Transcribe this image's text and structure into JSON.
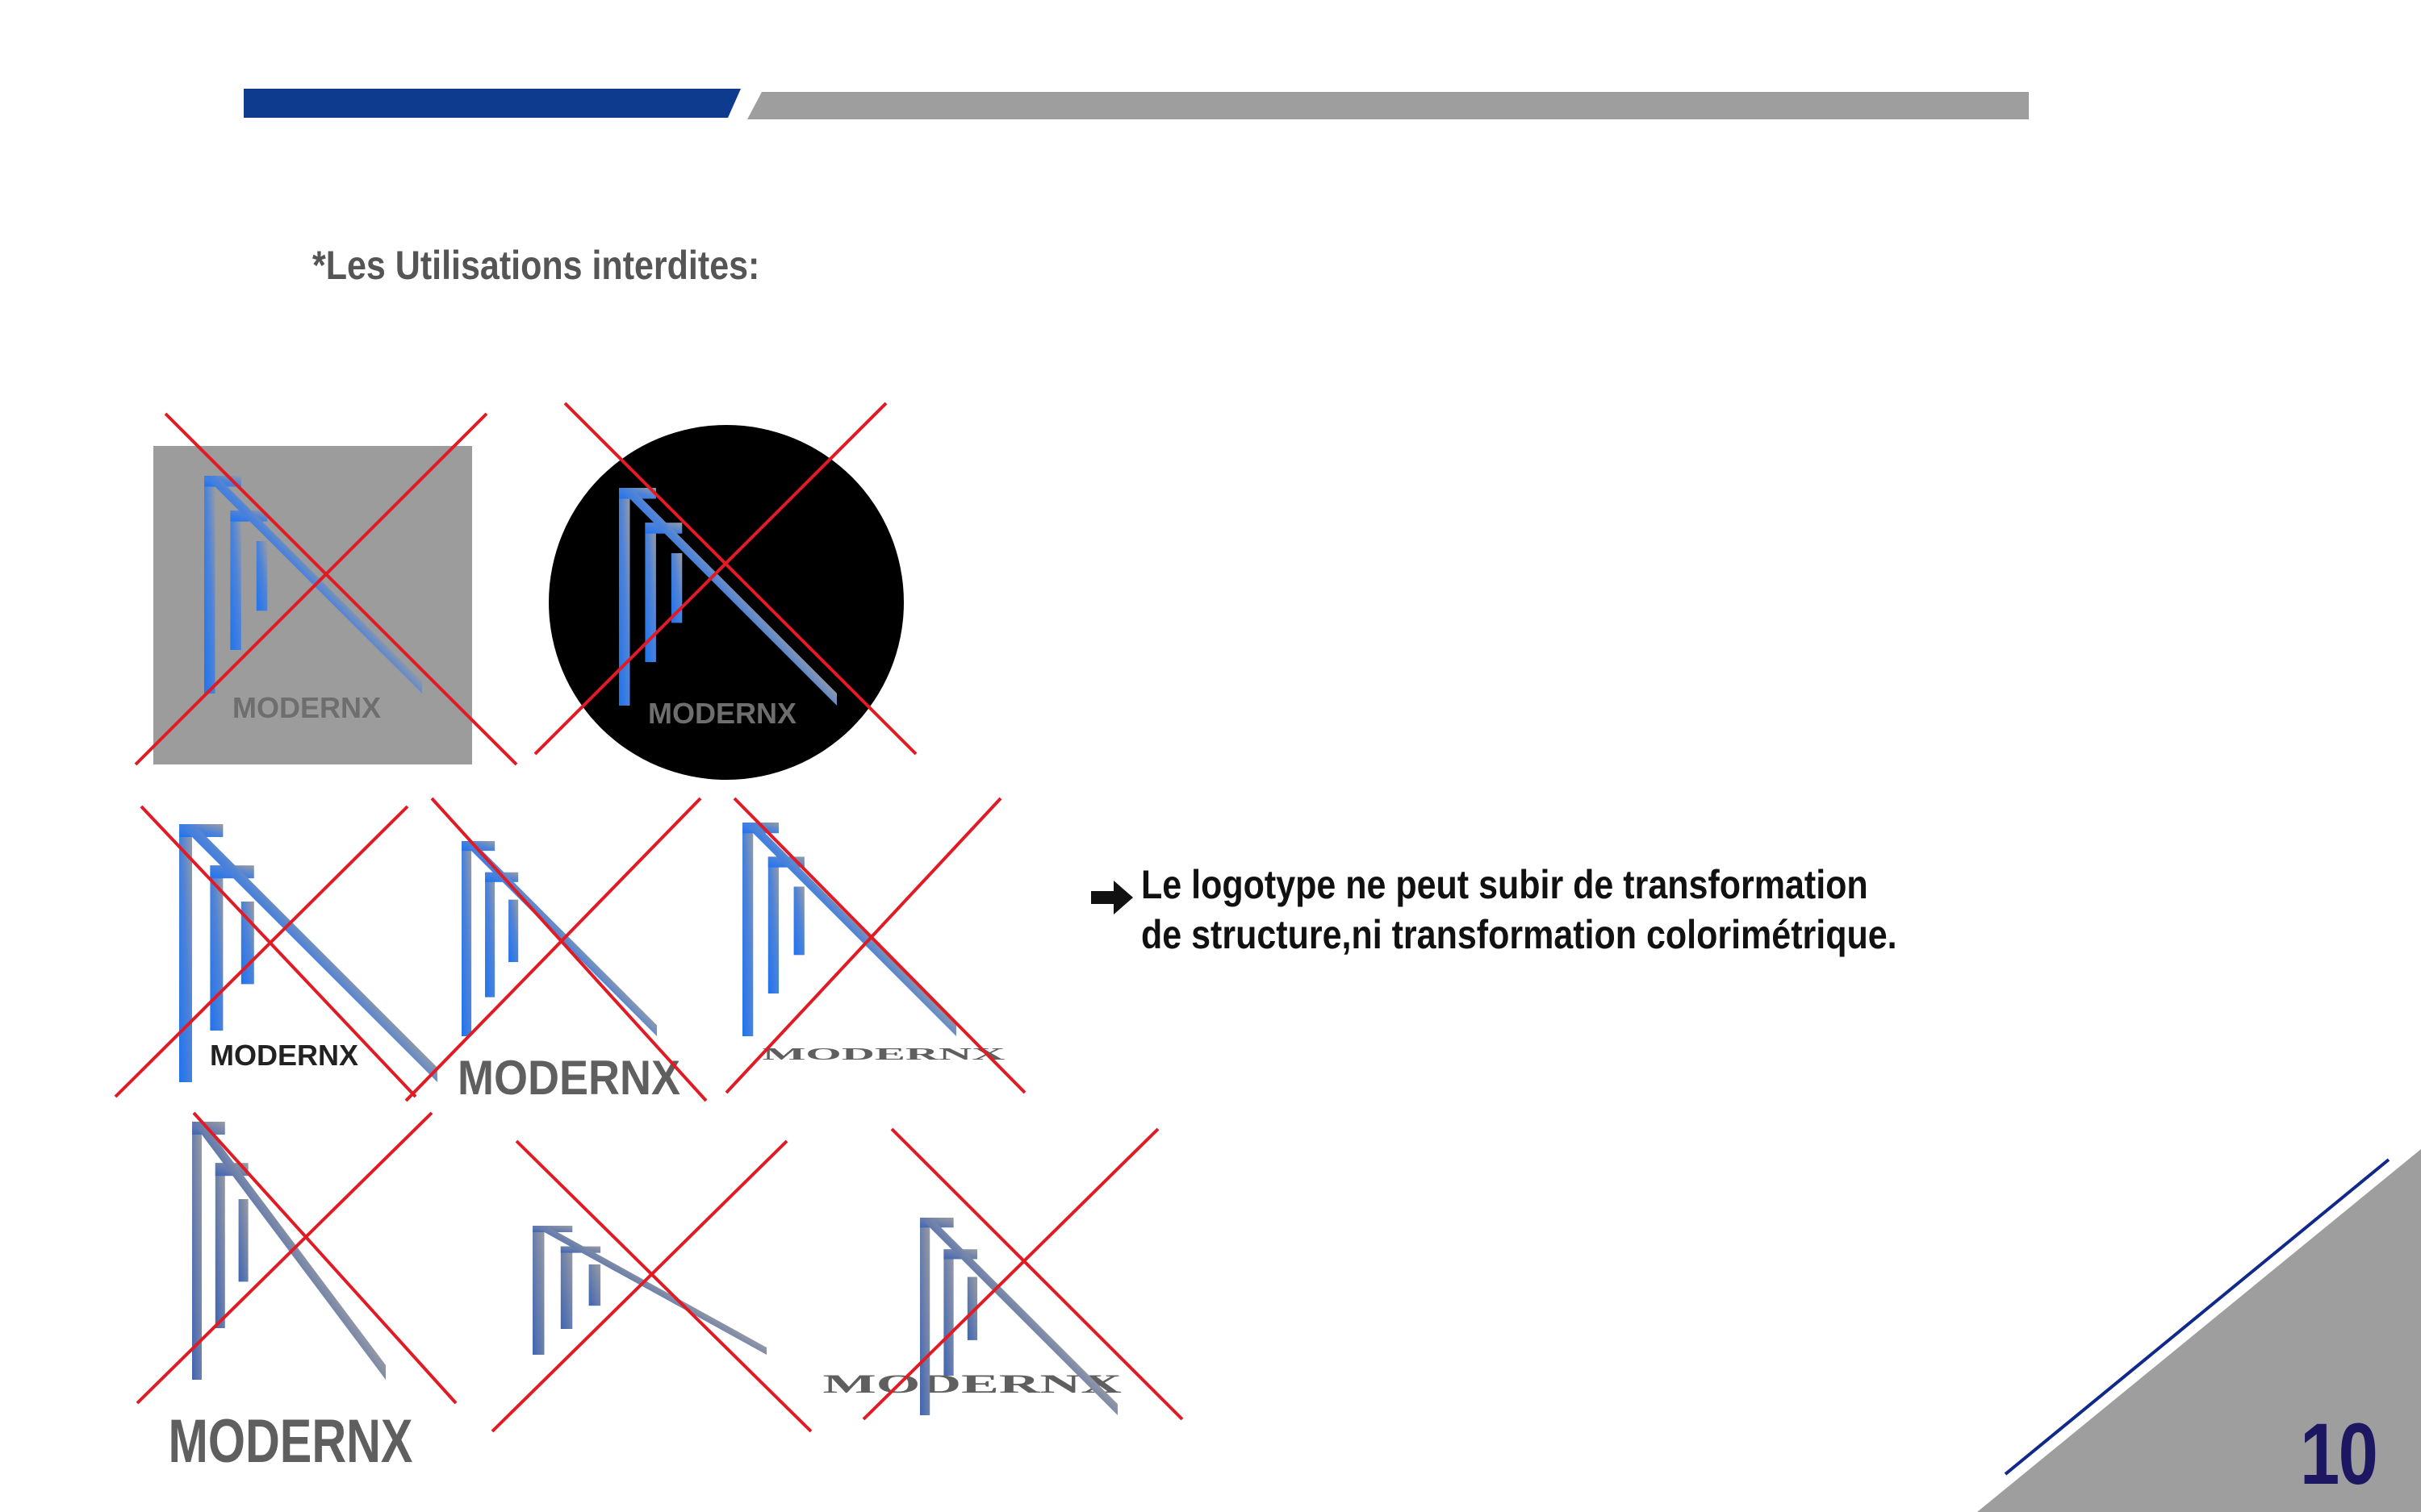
{
  "header": {
    "accent_color": "#0f3b8f",
    "secondary_color": "#9e9e9e"
  },
  "section": {
    "heading": "*Les Utilisations interdites:"
  },
  "examples": [
    {
      "id": "grey-square-background",
      "wordmark": "MODERNX"
    },
    {
      "id": "black-circle-background",
      "wordmark": "MODERNX"
    },
    {
      "id": "gradient-small-wordmark",
      "wordmark": "MODERNX"
    },
    {
      "id": "gradient-large-wordmark",
      "wordmark": "MODERNX"
    },
    {
      "id": "gradient-distorted-wordmark",
      "wordmark": "MODERNX"
    },
    {
      "id": "stretched-mark-large-wordmark",
      "wordmark": "MODERNX"
    },
    {
      "id": "squashed-mark-distorted-wordmark",
      "wordmark": "MODERNX"
    },
    {
      "id": "mark-without-wordmark",
      "wordmark": ""
    }
  ],
  "rule": {
    "icon": "right-arrow-icon",
    "line1": "Le logotype ne peut subir de transformation",
    "line2": "de structure,ni transformation colorimétrique."
  },
  "colors": {
    "cross_out": "#e01b24",
    "logo_blue": "#1e73f0",
    "logo_grey": "#8c8e94",
    "logo_slate": "#4f6fb0",
    "wordmark_grey": "#5f5f5f"
  },
  "footer": {
    "page_number": "10"
  }
}
